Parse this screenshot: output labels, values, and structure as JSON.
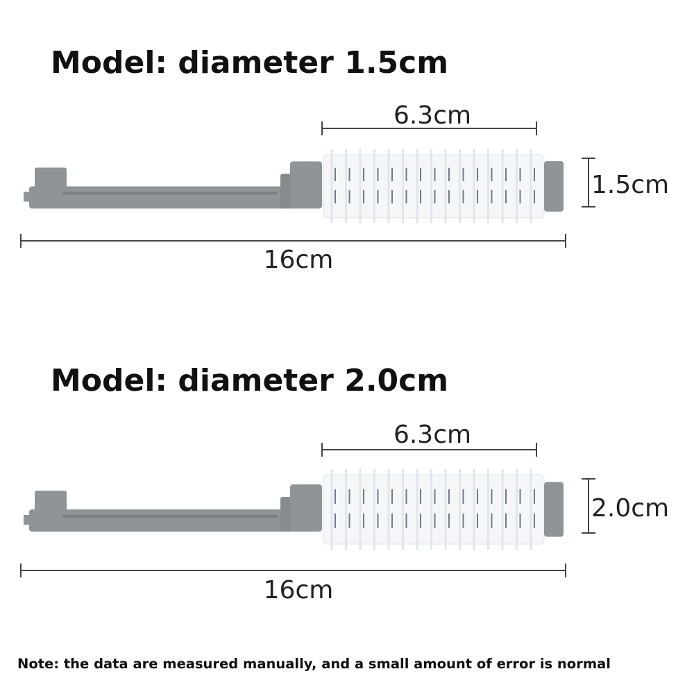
{
  "models": [
    {
      "title": "Model: diameter 1.5cm",
      "roller_length": "6.3cm",
      "diameter": "1.5cm",
      "total_length": "16cm"
    },
    {
      "title": "Model: diameter 2.0cm",
      "roller_length": "6.3cm",
      "diameter": "2.0cm",
      "total_length": "16cm"
    }
  ],
  "note": "Note: the data are measured manually, and a small amount of error is normal",
  "colors": {
    "handle": "#8f9596",
    "roller": "#f4f6f8",
    "stripe": "#6f7a8c"
  }
}
